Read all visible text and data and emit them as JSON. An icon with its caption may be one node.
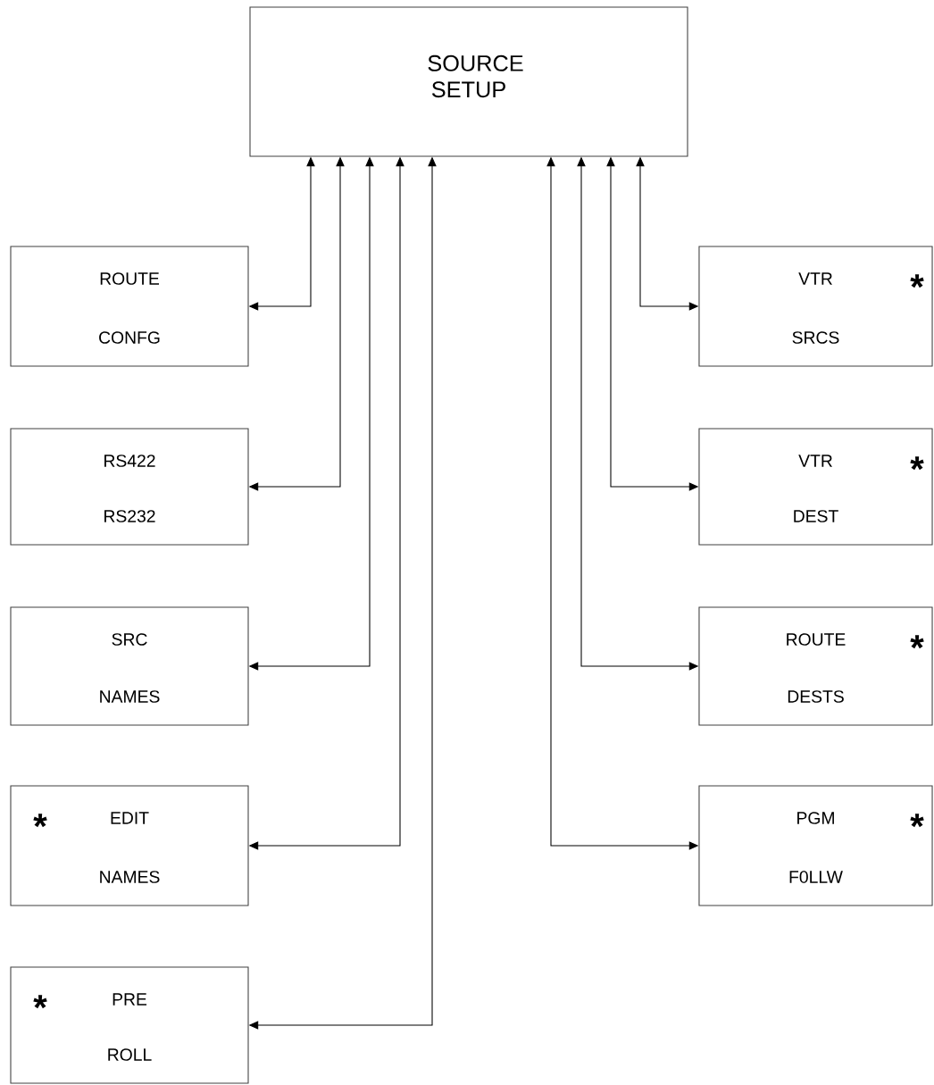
{
  "diagram": {
    "nodes": [
      {
        "text": [
          "SOURCE SETUP"
        ]
      },
      {
        "text": [
          "ROUTE",
          "CONFG"
        ]
      },
      {
        "text": [
          "VTR",
          "*",
          "SRCS"
        ]
      },
      {
        "text": [
          "RS422",
          "RS232"
        ]
      },
      {
        "text": [
          "VTR",
          "*",
          "DEST"
        ]
      },
      {
        "text": [
          "SRC",
          "NAMES"
        ]
      },
      {
        "text": [
          "ROUTE",
          "*",
          "DESTS"
        ]
      },
      {
        "text": [
          "*",
          "EDIT",
          "NAMES"
        ]
      },
      {
        "text": [
          "PGM",
          "*",
          "F0LLW"
        ]
      },
      {
        "text": [
          "*",
          "PRE",
          "ROLL"
        ]
      }
    ],
    "edges": [
      {
        "from": 0,
        "to": 1,
        "arrow": "both"
      },
      {
        "from": 0,
        "to": 2,
        "arrow": "both"
      },
      {
        "from": 0,
        "to": 3,
        "arrow": "both"
      },
      {
        "from": 0,
        "to": 4,
        "arrow": "both"
      },
      {
        "from": 0,
        "to": 5,
        "arrow": "both"
      },
      {
        "from": 0,
        "to": 6,
        "arrow": "both"
      },
      {
        "from": 0,
        "to": 7,
        "arrow": "both"
      },
      {
        "from": 0,
        "to": 8,
        "arrow": "both"
      },
      {
        "from": 0,
        "to": 9,
        "arrow": "both"
      }
    ]
  }
}
